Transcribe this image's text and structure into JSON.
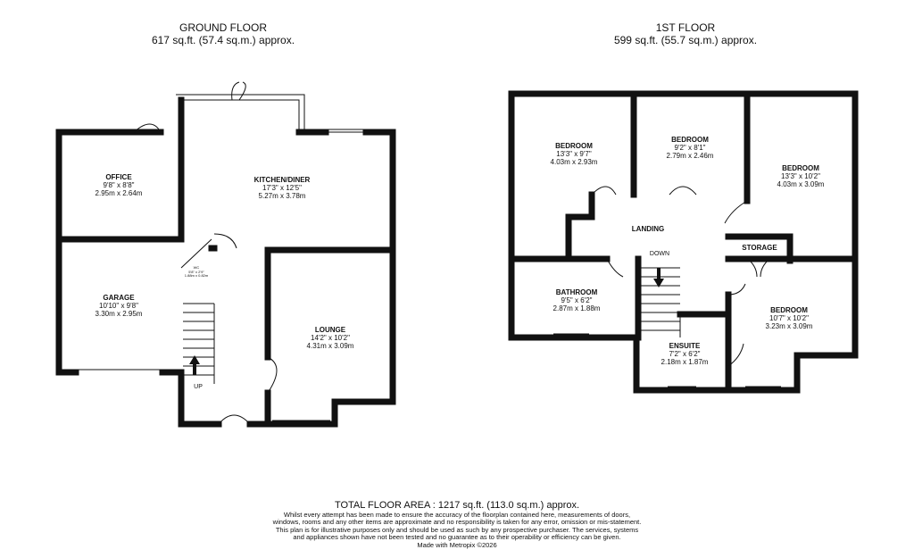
{
  "ground_floor": {
    "title": "GROUND FLOOR",
    "area": "617 sq.ft. (57.4 sq.m.) approx.",
    "rooms": [
      {
        "name": "OFFICE",
        "imperial": "9'8\"  x 8'8\"",
        "metric": "2.95m  x 2.64m"
      },
      {
        "name": "KITCHEN/DINER",
        "imperial": "17'3\"  x 12'5\"",
        "metric": "5.27m  x 3.78m"
      },
      {
        "name": "GARAGE",
        "imperial": "10'10\"  x 9'8\"",
        "metric": "3.30m  x 2.95m"
      },
      {
        "name": "LOUNGE",
        "imperial": "14'2\"  x 10'2\"",
        "metric": "4.31m  x 3.09m"
      },
      {
        "name": "WC",
        "imperial": "5'8\"  x 2'9\"",
        "metric": "1.88m  x 0.82m"
      }
    ],
    "stairs_label": "UP"
  },
  "first_floor": {
    "title": "1ST FLOOR",
    "area": "599 sq.ft. (55.7 sq.m.) approx.",
    "rooms": [
      {
        "name": "BEDROOM",
        "imperial": "13'3\"  x 9'7\"",
        "metric": "4.03m  x 2.93m"
      },
      {
        "name": "BEDROOM",
        "imperial": "9'2\"  x 8'1\"",
        "metric": "2.79m  x 2.46m"
      },
      {
        "name": "BEDROOM",
        "imperial": "13'3\"  x 10'2\"",
        "metric": "4.03m  x 3.09m"
      },
      {
        "name": "LANDING"
      },
      {
        "name": "STORAGE"
      },
      {
        "name": "BATHROOM",
        "imperial": "9'5\"  x 6'2\"",
        "metric": "2.87m  x 1.88m"
      },
      {
        "name": "BEDROOM",
        "imperial": "10'7\"  x 10'2\"",
        "metric": "3.23m  x 3.09m"
      },
      {
        "name": "ENSUITE",
        "imperial": "7'2\"  x 6'2\"",
        "metric": "2.18m  x 1.87m"
      }
    ],
    "stairs_label": "DOWN"
  },
  "footer": {
    "total": "TOTAL FLOOR AREA : 1217 sq.ft. (113.0 sq.m.) approx.",
    "disclaimer": "Whilst every attempt has been made to ensure the accuracy of the floorplan contained here, measurements of doors, windows, rooms and any other items are approximate and no responsibility is taken for any error, omission or mis-statement. This plan is for illustrative purposes only and should be used as such by any prospective purchaser. The services, systems and appliances shown have not been tested and no guarantee as to their operability or efficiency can be given.",
    "credit": "Made with Metropix ©2026"
  },
  "colors": {
    "wall": "#111111",
    "window": "#888888"
  }
}
